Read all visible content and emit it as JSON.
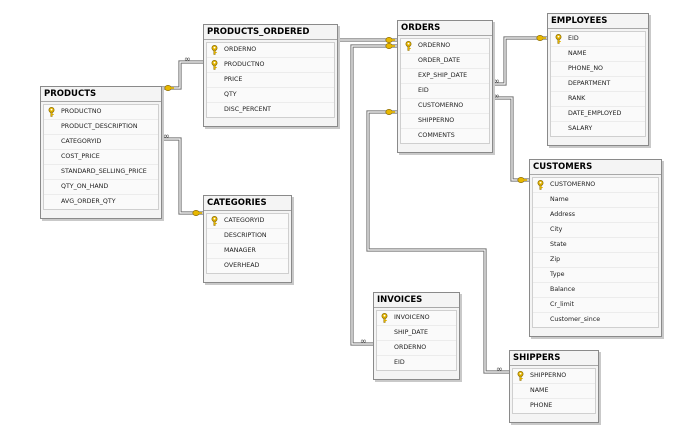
{
  "tables": {
    "products_ordered": {
      "title": "PRODUCTS_ORDERED",
      "columns": [
        {
          "name": "ORDERNO",
          "pk": true
        },
        {
          "name": "PRODUCTNO",
          "pk": true
        },
        {
          "name": "PRICE",
          "pk": false
        },
        {
          "name": "QTY",
          "pk": false
        },
        {
          "name": "DISC_PERCENT",
          "pk": false
        }
      ]
    },
    "orders": {
      "title": "ORDERS",
      "columns": [
        {
          "name": "ORDERNO",
          "pk": true
        },
        {
          "name": "ORDER_DATE",
          "pk": false
        },
        {
          "name": "EXP_SHIP_DATE",
          "pk": false
        },
        {
          "name": "EID",
          "pk": false
        },
        {
          "name": "CUSTOMERNO",
          "pk": false
        },
        {
          "name": "SHIPPERNO",
          "pk": false
        },
        {
          "name": "COMMENTS",
          "pk": false
        }
      ]
    },
    "employees": {
      "title": "EMPLOYEES",
      "columns": [
        {
          "name": "EID",
          "pk": true
        },
        {
          "name": "NAME",
          "pk": false
        },
        {
          "name": "PHONE_NO",
          "pk": false
        },
        {
          "name": "DEPARTMENT",
          "pk": false
        },
        {
          "name": "RANK",
          "pk": false
        },
        {
          "name": "DATE_EMPLOYED",
          "pk": false
        },
        {
          "name": "SALARY",
          "pk": false
        }
      ]
    },
    "products": {
      "title": "PRODUCTS",
      "columns": [
        {
          "name": "PRODUCTNO",
          "pk": true
        },
        {
          "name": "PRODUCT_DESCRIPTION",
          "pk": false
        },
        {
          "name": "CATEGORYID",
          "pk": false
        },
        {
          "name": "COST_PRICE",
          "pk": false
        },
        {
          "name": "STANDARD_SELLING_PRICE",
          "pk": false
        },
        {
          "name": "QTY_ON_HAND",
          "pk": false
        },
        {
          "name": "AVG_ORDER_QTY",
          "pk": false
        }
      ]
    },
    "categories": {
      "title": "CATEGORIES",
      "columns": [
        {
          "name": "CATEGORYID",
          "pk": true
        },
        {
          "name": "DESCRIPTION",
          "pk": false
        },
        {
          "name": "MANAGER",
          "pk": false
        },
        {
          "name": "OVERHEAD",
          "pk": false
        }
      ]
    },
    "customers": {
      "title": "CUSTOMERS",
      "columns": [
        {
          "name": "CUSTOMERNO",
          "pk": true
        },
        {
          "name": "Name",
          "pk": false
        },
        {
          "name": "Address",
          "pk": false
        },
        {
          "name": "City",
          "pk": false
        },
        {
          "name": "State",
          "pk": false
        },
        {
          "name": "Zip",
          "pk": false
        },
        {
          "name": "Type",
          "pk": false
        },
        {
          "name": "Balance",
          "pk": false
        },
        {
          "name": "Cr_limit",
          "pk": false
        },
        {
          "name": "Customer_since",
          "pk": false
        }
      ]
    },
    "invoices": {
      "title": "INVOICES",
      "columns": [
        {
          "name": "INVOICENO",
          "pk": true
        },
        {
          "name": "SHIP_DATE",
          "pk": false
        },
        {
          "name": "ORDERNO",
          "pk": false
        },
        {
          "name": "EID",
          "pk": false
        }
      ]
    },
    "shippers": {
      "title": "SHIPPERS",
      "columns": [
        {
          "name": "SHIPPERNO",
          "pk": true
        },
        {
          "name": "NAME",
          "pk": false
        },
        {
          "name": "PHONE",
          "pk": false
        }
      ]
    }
  },
  "colors": {
    "key": "#e8b800",
    "line": "#707070",
    "inf": "#444444"
  }
}
